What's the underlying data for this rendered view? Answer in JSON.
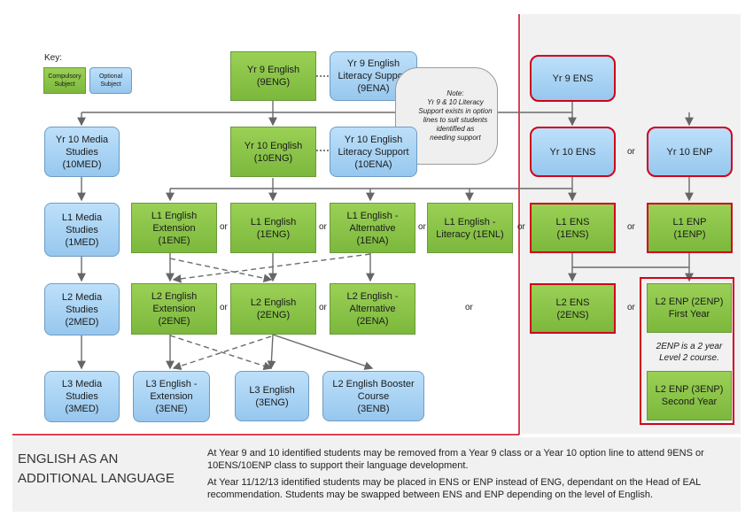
{
  "key": {
    "title": "Key:",
    "compulsory": "Compulsory\nSubject",
    "optional": "Optional\nSubject"
  },
  "nodes": {
    "n9eng": "Yr 9 English\n(9ENG)",
    "n9ena": "Yr 9 English\nLiteracy Support\n(9ENA)",
    "n10eng": "Yr 10 English\n(10ENG)",
    "n10ena": "Yr 10 English\nLiteracy Support\n(10ENA)",
    "n10med": "Yr 10 Media\nStudies\n(10MED)",
    "n1med": "L1 Media\nStudies\n(1MED)",
    "n2med": "L2 Media\nStudies\n(2MED)",
    "n3med": "L3 Media\nStudies\n(3MED)",
    "n1ene": "L1 English\nExtension\n(1ENE)",
    "n1eng": "L1 English\n(1ENG)",
    "n1ena": "L1 English -\nAlternative\n(1ENA)",
    "n1enl": "L1 English -\nLiteracy (1ENL)",
    "n2ene": "L2 English\nExtension\n(2ENE)",
    "n2eng": "L2 English\n(2ENG)",
    "n2ena": "L2 English -\nAlternative\n(2ENA)",
    "n3ene": "L3 English -\nExtension\n(3ENE)",
    "n3eng": "L3 English\n(3ENG)",
    "n3enb": "L2 English Booster\nCourse\n(3ENB)",
    "n9ens": "Yr 9 ENS",
    "n10ens": "Yr 10 ENS",
    "n10enp": "Yr 10 ENP",
    "n1ens": "L1 ENS\n(1ENS)",
    "n1enp": "L1 ENP\n(1ENP)",
    "n2ens": "L2 ENS\n(2ENS)",
    "n2enp": "L2 ENP (2ENP)\nFirst Year",
    "n3enp": "L2 ENP (3ENP)\nSecond Year"
  },
  "note": "Note:\nYr 9 & 10 Literacy\nSupport exists in option\nlines to suit students\nidentified as\nneeding support",
  "enp_note": "2ENP is a 2 year\nLevel 2 course.",
  "or_label": "or",
  "footer": {
    "title": "ENGLISH AS AN\nADDITIONAL LANGUAGE",
    "p1": "At Year 9 and 10 identified students may be removed from a Year 9 class or a Year 10 option line to attend 9ENS or 10ENS/10ENP class to support their language development.",
    "p2": "At Year 11/12/13  identified students may be placed in ENS or ENP instead of ENG, dependant on the Head of EAL recommendation. Students may be swapped between ENS and ENP depending on the level of English."
  },
  "colors": {
    "compulsory": "#8bc34a",
    "optional": "#a9d3f5",
    "eal_border": "#d0021b",
    "panel": "#f1f1f1"
  }
}
